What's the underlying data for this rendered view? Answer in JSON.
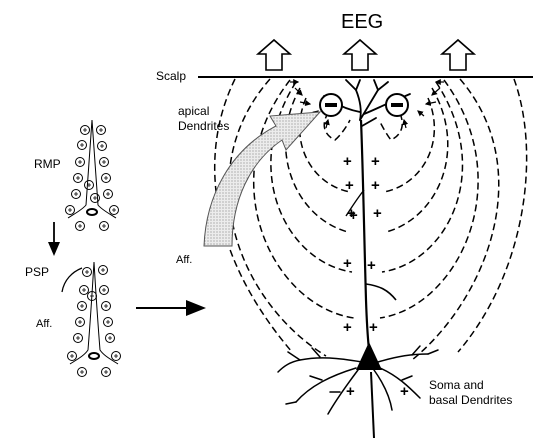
{
  "labels": {
    "eeg": "EEG",
    "scalp": "Scalp",
    "apical_line1": "apical",
    "apical_line2": "Dendrites",
    "rmp": "RMP",
    "psp": "PSP",
    "aff_small": "Aff.",
    "aff_main": "Aff.",
    "soma_line1": "Soma and",
    "soma_line2": "basal Dendrites"
  },
  "symbols": {
    "positive_charge": "+",
    "negative_charge": "−"
  },
  "colors": {
    "ink": "#000000",
    "background": "#ffffff",
    "afferent_fill": "#e4e4e4"
  },
  "icons": [
    "up-arrow-icon",
    "down-arrow-icon",
    "right-arrow-icon",
    "afferent-arrow-icon"
  ]
}
